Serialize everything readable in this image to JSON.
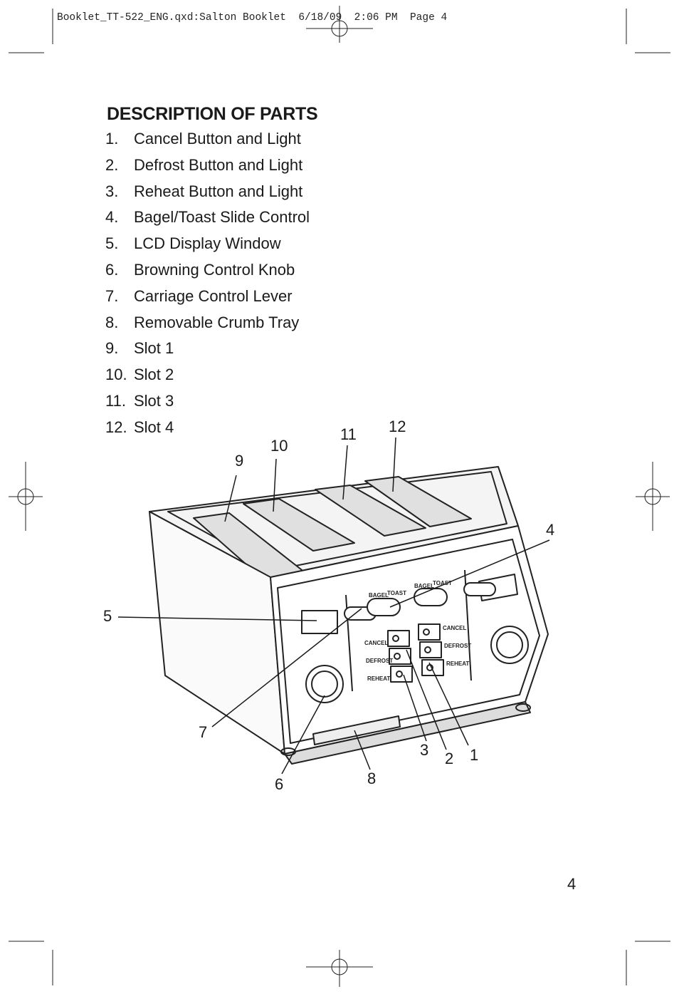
{
  "slug": "Booklet_TT-522_ENG.qxd:Salton Booklet  6/18/09  2:06 PM  Page 4",
  "heading": "DESCRIPTION OF PARTS",
  "parts": [
    {
      "num": "1.",
      "label": "Cancel Button and Light"
    },
    {
      "num": "2.",
      "label": "Defrost Button and Light"
    },
    {
      "num": "3.",
      "label": "Reheat Button and Light"
    },
    {
      "num": "4.",
      "label": "Bagel/Toast Slide Control"
    },
    {
      "num": "5.",
      "label": "LCD Display Window"
    },
    {
      "num": "6.",
      "label": "Browning Control Knob"
    },
    {
      "num": "7.",
      "label": "Carriage Control Lever"
    },
    {
      "num": "8.",
      "label": "Removable Crumb Tray"
    },
    {
      "num": "9.",
      "label": "Slot 1"
    },
    {
      "num": "10.",
      "label": "Slot 2"
    },
    {
      "num": "11.",
      "label": "Slot 3"
    },
    {
      "num": "12.",
      "label": "Slot 4"
    }
  ],
  "diagram": {
    "panel_labels": {
      "bagel": "BAGEL",
      "toast": "TOAST",
      "cancel": "CANCEL",
      "defrost": "DEFROST",
      "reheat": "REHEAT"
    },
    "callouts": [
      "1",
      "2",
      "3",
      "4",
      "5",
      "6",
      "7",
      "8",
      "9",
      "10",
      "11",
      "12"
    ]
  },
  "page_number": "4"
}
